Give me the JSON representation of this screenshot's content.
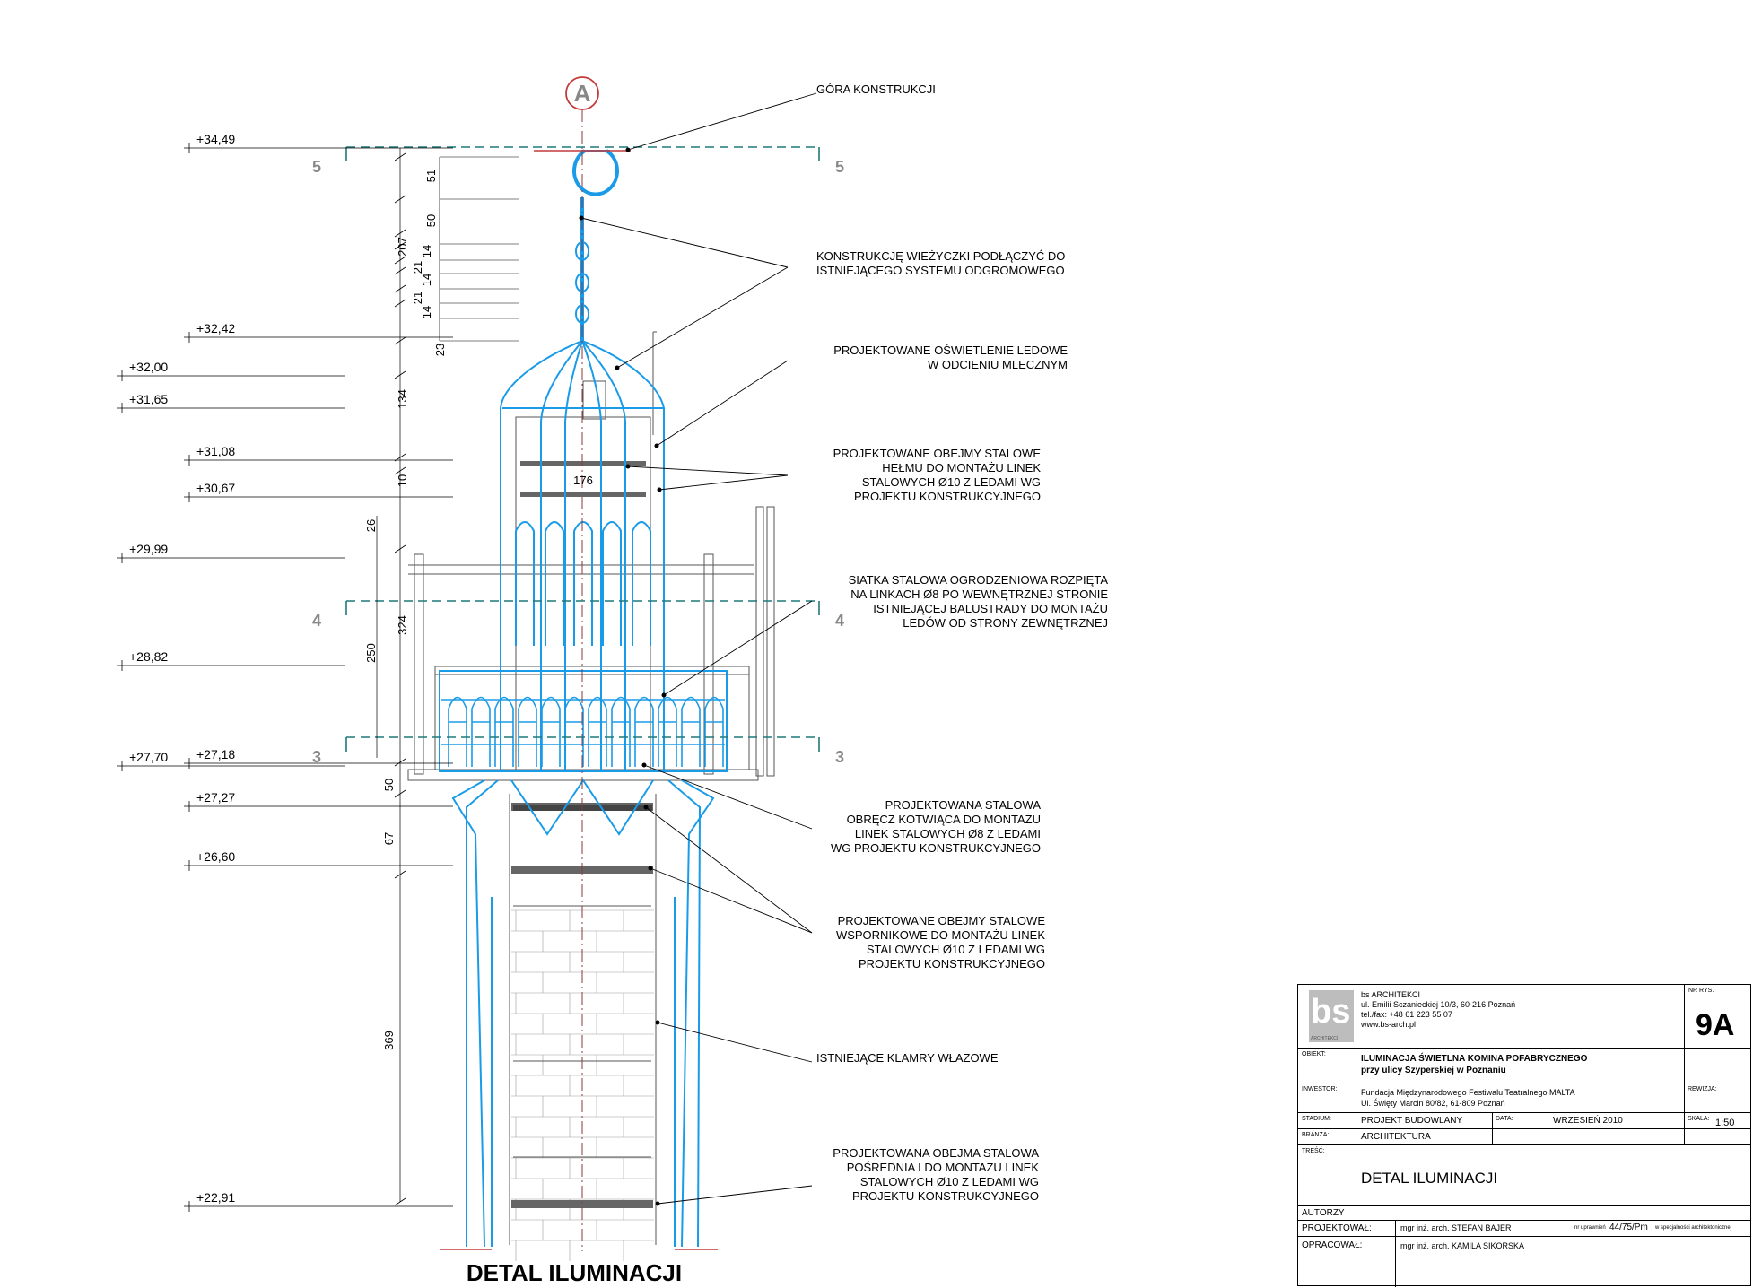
{
  "drawing": {
    "title": "DETAL ILUMINACJI",
    "axis_marker": "A",
    "levels": [
      {
        "label": "+34,49",
        "col": 2
      },
      {
        "label": "+32,42",
        "col": 2
      },
      {
        "label": "+32,00",
        "col": 1
      },
      {
        "label": "+31,65",
        "col": 1
      },
      {
        "label": "+31,08",
        "col": 2
      },
      {
        "label": "+30,67",
        "col": 2
      },
      {
        "label": "+29,99",
        "col": 1
      },
      {
        "label": "+28,82",
        "col": 1
      },
      {
        "label": "+27,70",
        "col": 1
      },
      {
        "label": "+27,18",
        "col": 2
      },
      {
        "label": "+27,27",
        "col": 2
      },
      {
        "label": "+26,60",
        "col": 2
      },
      {
        "label": "+22,91",
        "col": 2
      }
    ],
    "dimensions": [
      "51",
      "50",
      "207",
      "14",
      "21",
      "14",
      "21",
      "14",
      "23",
      "134",
      "10",
      "176",
      "26",
      "324",
      "250",
      "50",
      "67",
      "369"
    ],
    "section_marks": [
      "5",
      "5",
      "4",
      "4",
      "3",
      "3"
    ],
    "notes": [
      {
        "lines": [
          "GÓRA KONSTRUKCJI"
        ],
        "align": "left"
      },
      {
        "lines": [
          "KONSTRUKCJĘ WIEŻYCZKI PODŁĄCZYĆ DO",
          "ISTNIEJĄCEGO SYSTEMU ODGROMOWEGO"
        ],
        "align": "left"
      },
      {
        "lines": [
          "PROJEKTOWANE OŚWIETLENIE LEDOWE",
          "W ODCIENIU MLECZNYM"
        ],
        "align": "right"
      },
      {
        "lines": [
          "PROJEKTOWANE OBEJMY STALOWE",
          "HEŁMU DO MONTAŻU LINEK",
          "STALOWYCH Ø10 Z LEDAMI WG",
          "PROJEKTU KONSTRUKCYJNEGO"
        ],
        "align": "right"
      },
      {
        "lines": [
          "SIATKA STALOWA OGRODZENIOWA ROZPIĘTA",
          "NA LINKACH Ø8 PO WEWNĘTRZNEJ STRONIE",
          "ISTNIEJĄCEJ BALUSTRADY DO MONTAŻU",
          "LEDÓW OD STRONY ZEWNĘTRZNEJ"
        ],
        "align": "right"
      },
      {
        "lines": [
          "PROJEKTOWANA STALOWA",
          "OBRĘCZ KOTWIĄCA DO MONTAŻU",
          "LINEK STALOWYCH Ø8 Z LEDAMI",
          "WG PROJEKTU KONSTRUKCYJNEGO"
        ],
        "align": "right"
      },
      {
        "lines": [
          "PROJEKTOWANE OBEJMY STALOWE",
          "WSPORNIKOWE DO MONTAŻU LINEK",
          "STALOWYCH Ø10 Z LEDAMI WG",
          "PROJEKTU KONSTRUKCYJNEGO"
        ],
        "align": "right"
      },
      {
        "lines": [
          "ISTNIEJĄCE KLAMRY WŁAZOWE"
        ],
        "align": "left"
      },
      {
        "lines": [
          "PROJEKTOWANA OBEJMA STALOWA",
          "POŚREDNIA I DO MONTAŻU LINEK",
          "STALOWYCH Ø10 Z LEDAMI WG",
          "PROJEKTU KONSTRUKCYJNEGO"
        ],
        "align": "right"
      }
    ]
  },
  "titleblock": {
    "logo_text": "bs",
    "logo_sub": "ARCHITEKCI",
    "firm": "bs ARCHITEKCI",
    "address": "ul. Emilii Sczanieckiej 10/3, 60-216 Poznań",
    "phone": "tel./fax: +48 61 223 55 07",
    "web": "www.bs-arch.pl",
    "nr_rys_label": "NR RYS.",
    "nr_rys": "9A",
    "obiekt_label": "OBIEKT:",
    "obiekt_1": "ILUMINACJA ŚWIETLNA KOMINA POFABRYCZNEGO",
    "obiekt_2": "przy ulicy Szyperskiej w Poznaniu",
    "inwestor_label": "INWESTOR:",
    "inwestor_1": "Fundacja Międzynarodowego Festiwalu Teatralnego MALTA",
    "inwestor_2": "Ul. Święty Marcin 80/82, 61-809 Poznań",
    "rewizja_label": "REWIZJA:",
    "stadium_label": "STADIUM:",
    "stadium": "PROJEKT BUDOWLANY",
    "data_label": "DATA:",
    "data": "WRZESIEŃ 2010",
    "skala_label": "SKALA:",
    "skala": "1:50",
    "branza_label": "BRANŻA:",
    "branza": "ARCHITEKTURA",
    "tresc_label": "TREŚĆ:",
    "tresc": "DETAL ILUMINACJI",
    "autorzy_label": "AUTORZY",
    "projektowal_label": "PROJEKTOWAŁ:",
    "projektowal": "mgr inż. arch. STEFAN BAJER",
    "uprawnienia_label": "nr uprawnień",
    "uprawnienia": "44/75/Pm",
    "uprawnienia_note": "w specjalności architektonicznej",
    "opracowal_label": "OPRACOWAŁ:",
    "opracowal": "mgr inż. arch. KAMILA SIKORSKA"
  },
  "colors": {
    "led": "#1a9be8",
    "structure": "#555555",
    "section": "#1f7a7a",
    "axis": "#c43a3a"
  }
}
